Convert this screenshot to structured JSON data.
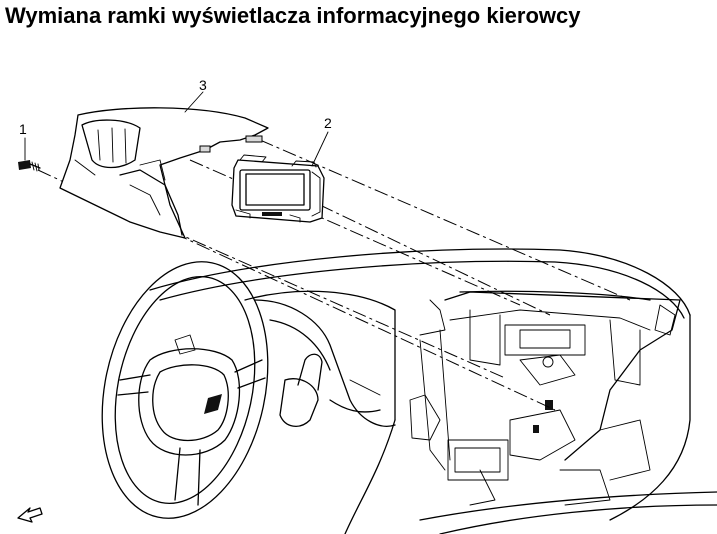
{
  "page": {
    "title": "Wymiana ramki wyświetlacza informacyjnego kierowcy"
  },
  "callouts": {
    "c1": "1",
    "c2": "2",
    "c3": "3"
  }
}
